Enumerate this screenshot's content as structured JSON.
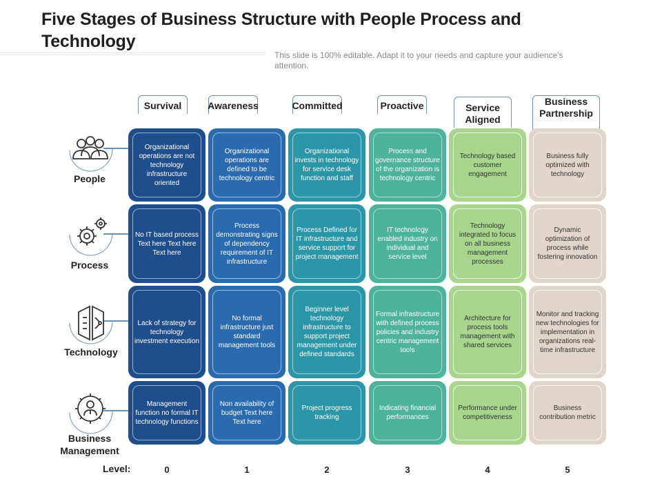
{
  "title": "Five Stages of Business Structure with People Process and Technology",
  "subtitle": "This slide is 100% editable. Adapt it to your needs and capture your audience's attention.",
  "columns": [
    "Survival",
    "Awareness",
    "Committed",
    "Proactive",
    "Service Aligned",
    "Business Partnership"
  ],
  "rows": [
    {
      "label": "People",
      "icon": "people-icon",
      "cells": [
        "Organizational operations are not technology infrastructure oriented",
        "Organizational operations are defined to be technology centric",
        "Organizational invests in technology for service desk function and staff",
        "Process and governance structure of the organization is technology centric",
        "Technology based customer engagement",
        "Business fully optimized with technology"
      ]
    },
    {
      "label": "Process",
      "icon": "gears-icon",
      "cells": [
        "No IT based process Text here Text here Text here",
        "Process demonstrating signs of dependency requirement of IT infrastructure",
        "Process Defined for IT infrastructure and service support for project management",
        "IT technology enabled industry on individual and service level",
        "Technology integrated to focus on all business management processes",
        "Dynamic optimization of process while fostering innovation"
      ]
    },
    {
      "label": "Technology",
      "icon": "circuit-head-icon",
      "cells": [
        "Lack of strategy for technology investment execution",
        "No formal infrastructure just standard management tools",
        "Beginner level technology infrastructure to support project management under defined standards",
        "Formal infrastructure with defined process policies and industry centric management tools",
        "Architecture for process tools management with shared services",
        "Monitor and tracking new technologies for implementation in organizations real-time infrastructure"
      ]
    },
    {
      "label": "Business Management",
      "icon": "manager-gear-icon",
      "cells": [
        "Management function no formal IT technology functions",
        "Non availability of budget Text here Text here",
        "Project progress tracking",
        "Indicating financial performances",
        "Performance under competitiveness",
        "Business contribution metric"
      ]
    }
  ],
  "level_label": "Level:",
  "levels": [
    "0",
    "1",
    "2",
    "3",
    "4",
    "5"
  ],
  "colors": {
    "col0": "#1f4e8c",
    "col1": "#2a6bb0",
    "col2": "#2c96a8",
    "col3": "#4fb39c",
    "col4": "#a9d68c",
    "col5": "#e0d6cc",
    "outline": "#6b8fb6"
  }
}
